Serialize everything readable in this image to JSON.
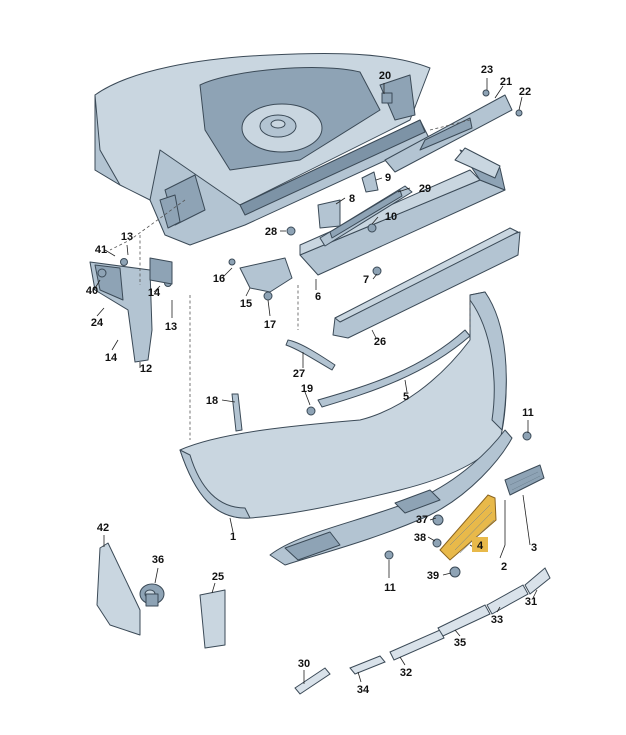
{
  "diagram": {
    "highlight_color": "#e8b94a",
    "part_color": "#b3c4d2",
    "callouts": [
      {
        "id": "c1",
        "label": "1"
      },
      {
        "id": "c2",
        "label": "2"
      },
      {
        "id": "c3",
        "label": "3"
      },
      {
        "id": "c4",
        "label": "4",
        "highlighted": true
      },
      {
        "id": "c5",
        "label": "5"
      },
      {
        "id": "c6",
        "label": "6"
      },
      {
        "id": "c7",
        "label": "7"
      },
      {
        "id": "c8",
        "label": "8"
      },
      {
        "id": "c9",
        "label": "9"
      },
      {
        "id": "c10",
        "label": "10"
      },
      {
        "id": "c11a",
        "label": "11"
      },
      {
        "id": "c11b",
        "label": "11"
      },
      {
        "id": "c12",
        "label": "12"
      },
      {
        "id": "c13a",
        "label": "13"
      },
      {
        "id": "c13b",
        "label": "13"
      },
      {
        "id": "c14a",
        "label": "14"
      },
      {
        "id": "c14b",
        "label": "14"
      },
      {
        "id": "c15",
        "label": "15"
      },
      {
        "id": "c16",
        "label": "16"
      },
      {
        "id": "c17",
        "label": "17"
      },
      {
        "id": "c18",
        "label": "18"
      },
      {
        "id": "c19",
        "label": "19"
      },
      {
        "id": "c20",
        "label": "20"
      },
      {
        "id": "c21",
        "label": "21"
      },
      {
        "id": "c22",
        "label": "22"
      },
      {
        "id": "c23",
        "label": "23"
      },
      {
        "id": "c24",
        "label": "24"
      },
      {
        "id": "c25",
        "label": "25"
      },
      {
        "id": "c26",
        "label": "26"
      },
      {
        "id": "c27",
        "label": "27"
      },
      {
        "id": "c28",
        "label": "28"
      },
      {
        "id": "c29",
        "label": "29"
      },
      {
        "id": "c30",
        "label": "30"
      },
      {
        "id": "c31",
        "label": "31"
      },
      {
        "id": "c32",
        "label": "32"
      },
      {
        "id": "c33",
        "label": "33"
      },
      {
        "id": "c34",
        "label": "34"
      },
      {
        "id": "c35",
        "label": "35"
      },
      {
        "id": "c36",
        "label": "36"
      },
      {
        "id": "c37",
        "label": "37"
      },
      {
        "id": "c38",
        "label": "38"
      },
      {
        "id": "c39",
        "label": "39"
      },
      {
        "id": "c40",
        "label": "40"
      },
      {
        "id": "c41",
        "label": "41"
      },
      {
        "id": "c42",
        "label": "42"
      }
    ]
  }
}
